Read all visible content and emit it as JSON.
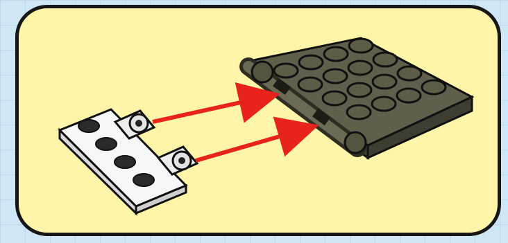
{
  "colors": {
    "background": "#cfe6f4",
    "panel": "#fff5a9",
    "panel_border": "#161616",
    "small_plate": "#f3f3f3",
    "large_plate": "#5a5a46",
    "arrow": "#e8231c"
  },
  "parts": [
    {
      "name": "white-hinge-plate",
      "color": "#f3f3f3"
    },
    {
      "name": "dark-hinge-plate-4x4",
      "color": "#5a5a46"
    }
  ],
  "arrows": [
    {
      "from": "upper-hinge-clip",
      "to": "upper-hinge-bar"
    },
    {
      "from": "lower-hinge-clip",
      "to": "lower-hinge-bar"
    }
  ]
}
